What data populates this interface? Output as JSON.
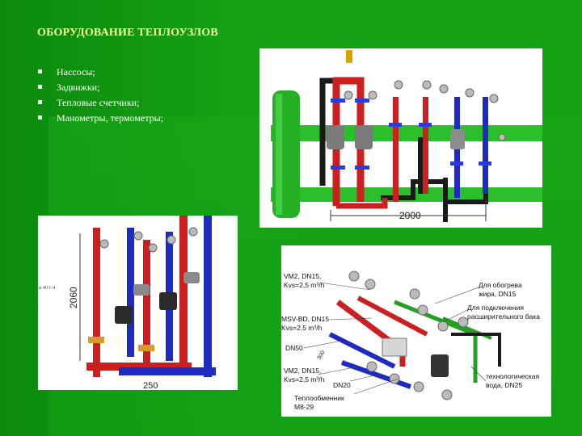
{
  "title": "ОБОРУДОВАНИЕ ТЕПЛОУЗЛОВ",
  "bullets": [
    "Нассосы;",
    "Задвижки;",
    "Тепловые счетчики;",
    "Манометры, термометры;"
  ],
  "figure1": {
    "dimension": "2000"
  },
  "figure2": {
    "dimension_vertical": "2060",
    "dimension_bottom": "250",
    "stray_label": "и 40/1-4"
  },
  "figure3": {
    "labels": {
      "vm2_top_1": "VM2, DN15,",
      "vm2_top_2": "Kvs=2,5 m³/h",
      "msv_1": "MSV-BD, DN15",
      "msv_2": "Kvs=2,5 m³/h",
      "dn50": "DN50",
      "dim": "300",
      "vm2_bot_1": "VM2, DN15,",
      "vm2_bot_2": "Kvs=2,5 m³/h",
      "dn20": "DN20",
      "hex_1": "Теплообменник",
      "hex_2": "M8-29",
      "heat_1": "Для обогрева",
      "heat_2": "жира, DN15",
      "exp_1": "Для подключения",
      "exp_2": "расширительного бака",
      "tech_1": "технологическая",
      "tech_2": "вода, DN25"
    }
  },
  "colors": {
    "background": "#129a12",
    "title": "#ffff99",
    "pipe_red": "#cc1f1f",
    "pipe_blue": "#1f2bbf",
    "pipe_green": "#24c024"
  }
}
